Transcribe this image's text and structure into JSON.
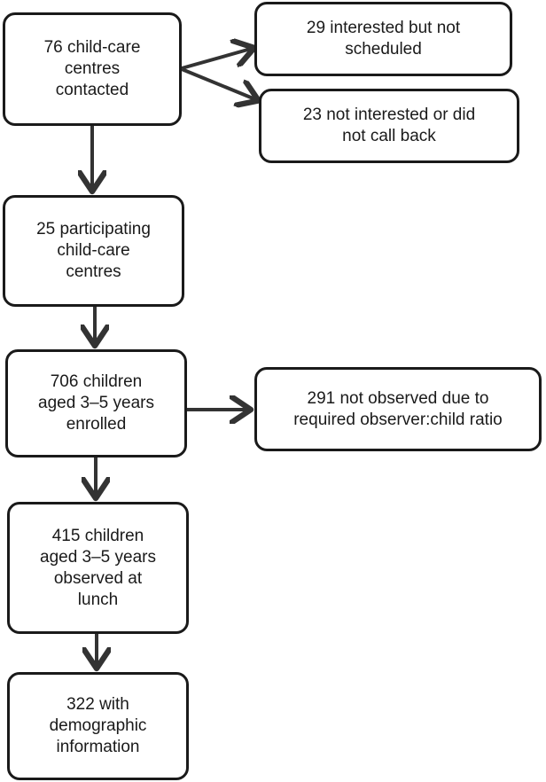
{
  "flowchart": {
    "nodes": {
      "contacted": "76 child-care\ncentres\ncontacted",
      "interested_not_scheduled": "29 interested but not\nscheduled",
      "not_interested": "23 not interested or did\nnot call back",
      "participating": "25 participating\nchild-care\ncentres",
      "enrolled": "706 children\naged 3–5 years\nenrolled",
      "not_observed": "291 not observed due to\nrequired observer:child ratio",
      "observed_lunch": "415 children\naged 3–5 years\nobserved at\nlunch",
      "demographic": "322 with\ndemographic\ninformation"
    },
    "edges": [
      {
        "from": "contacted",
        "to": "interested_not_scheduled"
      },
      {
        "from": "contacted",
        "to": "not_interested"
      },
      {
        "from": "contacted",
        "to": "participating"
      },
      {
        "from": "participating",
        "to": "enrolled"
      },
      {
        "from": "enrolled",
        "to": "not_observed"
      },
      {
        "from": "enrolled",
        "to": "observed_lunch"
      },
      {
        "from": "observed_lunch",
        "to": "demographic"
      }
    ]
  },
  "colors": {
    "border": "#1a1a1a",
    "arrow": "#333333",
    "background": "#ffffff"
  }
}
